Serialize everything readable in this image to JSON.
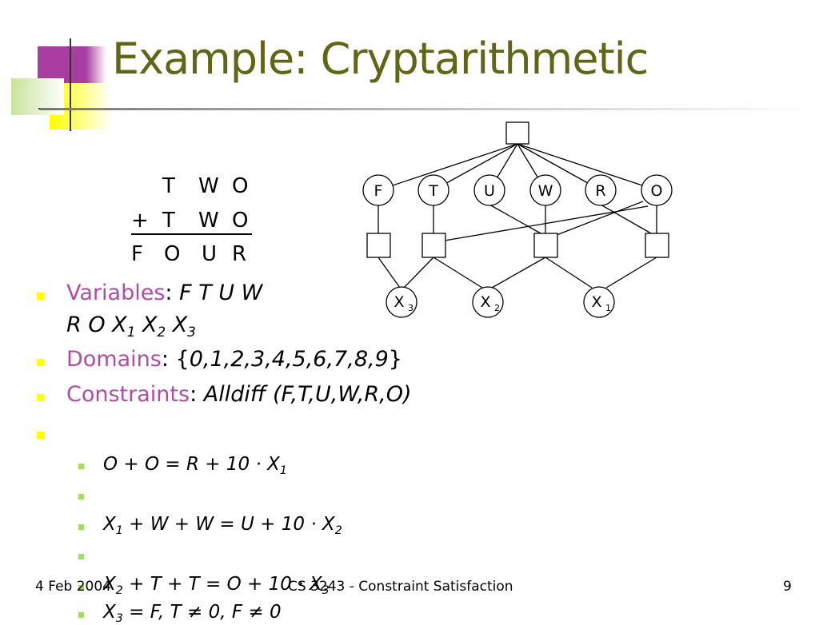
{
  "slide": {
    "title": "Example: Cryptarithmetic"
  },
  "addition": {
    "row1": [
      "T",
      "W",
      "O"
    ],
    "operator": "+",
    "row2": [
      "T",
      "W",
      "O"
    ],
    "result": [
      "F",
      "O",
      "U",
      "R"
    ]
  },
  "graph": {
    "variables": [
      "F",
      "T",
      "U",
      "W",
      "R",
      "O"
    ],
    "carries": [
      {
        "letter": "X",
        "sub": "3"
      },
      {
        "letter": "X",
        "sub": "2"
      },
      {
        "letter": "X",
        "sub": "1"
      }
    ]
  },
  "bullets": {
    "variables": {
      "label": "Variables",
      "sep": ":",
      "line1": "F T U W",
      "line2_prefix": "R O X",
      "x1_sub": "1",
      "x2": "X",
      "x2_sub": "2",
      "x3": "X",
      "x3_sub": "3"
    },
    "domains": {
      "label": "Domains",
      "sep": ":",
      "open": "{",
      "values": "0,1,2,3,4,5,6,7,8,9",
      "close": "}"
    },
    "constraints": {
      "label": "Constraints",
      "sep": ":",
      "value": "Alldiff (F,T,U,W,R,O)"
    },
    "equations": [
      {
        "pre": "O + O = R + 10 · X",
        "sub": "1"
      },
      {
        "pre": "X",
        "pre_sub": "1",
        "mid": " + W + W = U + 10 · X",
        "sub": "2"
      },
      {
        "pre": "X",
        "pre_sub": "2",
        "mid": " + T + T = O + 10 · X",
        "sub": "3"
      },
      {
        "pre": "X",
        "pre_sub": "3",
        "mid": " = F, T ≠ 0, F ≠ 0"
      }
    ]
  },
  "footer": {
    "date": "4 Feb 2004",
    "course": "CS 3243 - Constraint Satisfaction",
    "page": "9"
  },
  "colors": {
    "title": "#5f6616",
    "keyword": "#b04ca8",
    "bullet_level1": "#ffff00",
    "bullet_level2": "#a6d86a",
    "deco_magenta": "#a83ea0",
    "deco_yellow": "#ffff00",
    "deco_green": "#b3d97a"
  }
}
